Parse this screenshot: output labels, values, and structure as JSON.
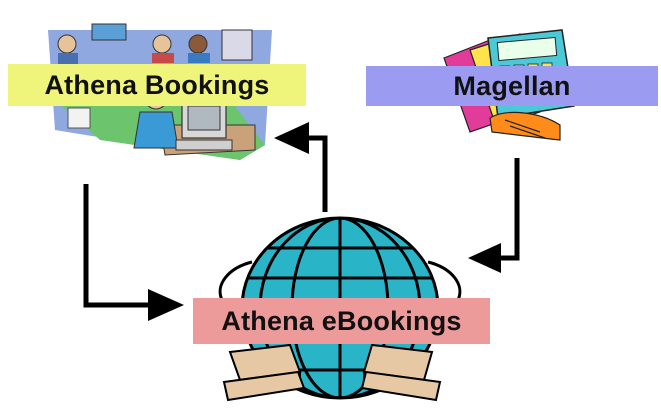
{
  "nodes": {
    "athena_bookings": {
      "label": "Athena Bookings",
      "color": "#eef57a"
    },
    "magellan": {
      "label": "Magellan",
      "color": "#9b9bf2"
    },
    "athena_ebookings": {
      "label": "Athena eBookings",
      "color": "#ec9a9a"
    }
  },
  "colors": {
    "arrow": "#000000",
    "globe": "#2ab4c8",
    "office_wall": "#8fa8e0",
    "office_floor": "#6cc46c"
  },
  "icons": [
    "office-workers-clipart",
    "calculator-papers-clipart",
    "globe-computers-clipart"
  ]
}
